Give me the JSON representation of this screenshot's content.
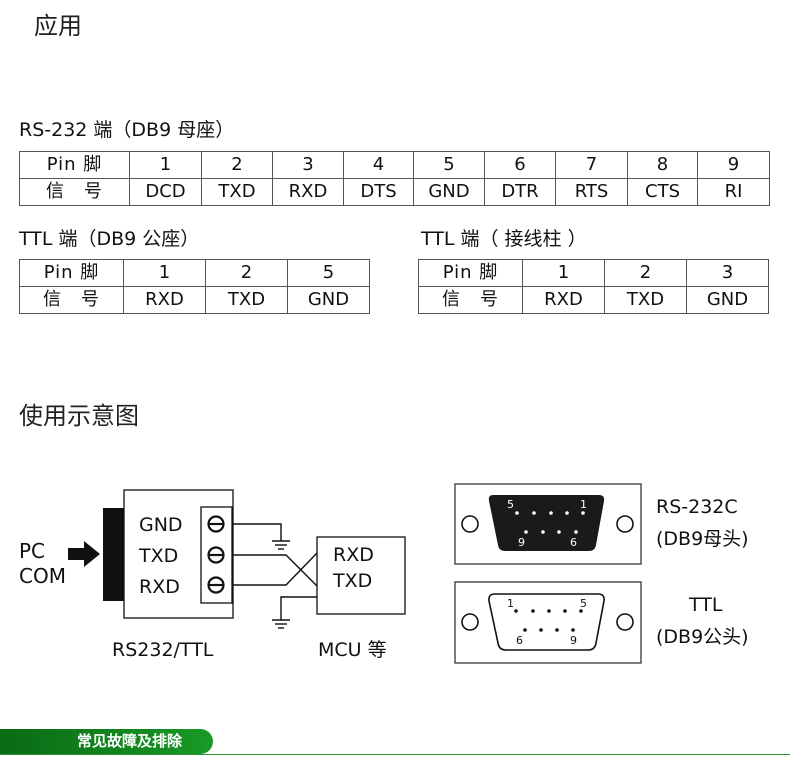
{
  "sections": {
    "application_title": "应用",
    "usage_title": "使用示意图"
  },
  "rs232_table": {
    "caption": "RS-232 端（DB9 母座）",
    "header_label": "Pin 脚",
    "signal_label": "信　号",
    "pins": [
      "1",
      "2",
      "3",
      "4",
      "5",
      "6",
      "7",
      "8",
      "9"
    ],
    "signals": [
      "DCD",
      "TXD",
      "RXD",
      "DTS",
      "GND",
      "DTR",
      "RTS",
      "CTS",
      "RI"
    ]
  },
  "ttl_db9_table": {
    "caption": "TTL 端（DB9 公座）",
    "header_label": "Pin 脚",
    "signal_label": "信　号",
    "pins": [
      "1",
      "2",
      "5"
    ],
    "signals": [
      "RXD",
      "TXD",
      "GND"
    ]
  },
  "ttl_terminal_table": {
    "caption": "TTL 端（ 接线柱 ）",
    "header_label": "Pin 脚",
    "signal_label": "信　号",
    "pins": [
      "1",
      "2",
      "3"
    ],
    "signals": [
      "RXD",
      "TXD",
      "GND"
    ]
  },
  "diagram": {
    "pc_label_1": "PC",
    "pc_label_2": "COM",
    "terminals": [
      "GND",
      "TXD",
      "RXD"
    ],
    "module_label": "RS232/TTL",
    "mcu_pins": [
      "RXD",
      "TXD"
    ],
    "mcu_label": "MCU 等",
    "female_connector": {
      "pin_left": "5",
      "pin_right": "1",
      "pin_bottom_left": "9",
      "pin_bottom_right": "6",
      "label_1": "RS-232C",
      "label_2": "(DB9母头)"
    },
    "male_connector": {
      "pin_left": "1",
      "pin_right": "5",
      "pin_bottom_left": "6",
      "pin_bottom_right": "9",
      "label_1": "TTL",
      "label_2": "(DB9公头)"
    }
  },
  "footer": {
    "label": "常见故障及排除",
    "color": "#12861f"
  }
}
